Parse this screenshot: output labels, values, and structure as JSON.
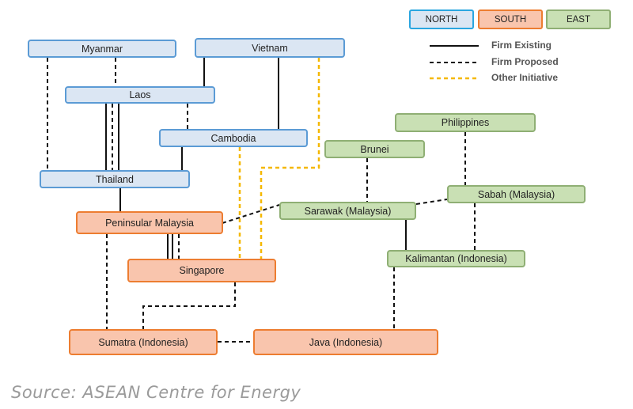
{
  "legend": {
    "regions": [
      {
        "key": "north",
        "label": "NORTH"
      },
      {
        "key": "south",
        "label": "SOUTH"
      },
      {
        "key": "east",
        "label": "EAST"
      }
    ],
    "lines": [
      {
        "key": "firm_existing",
        "label": "Firm Existing",
        "color": "#111111",
        "style": "solid"
      },
      {
        "key": "firm_proposed",
        "label": "Firm Proposed",
        "color": "#111111",
        "style": "dashed"
      },
      {
        "key": "other_initiative",
        "label": "Other Initiative",
        "color": "#f5b800",
        "style": "dashed"
      }
    ]
  },
  "nodes": [
    {
      "id": "myanmar",
      "label": "Myanmar",
      "region": "north"
    },
    {
      "id": "vietnam",
      "label": "Vietnam",
      "region": "north"
    },
    {
      "id": "laos",
      "label": "Laos",
      "region": "north"
    },
    {
      "id": "cambodia",
      "label": "Cambodia",
      "region": "north"
    },
    {
      "id": "thailand",
      "label": "Thailand",
      "region": "north"
    },
    {
      "id": "peninsular_malaysia",
      "label": "Peninsular Malaysia",
      "region": "south"
    },
    {
      "id": "singapore",
      "label": "Singapore",
      "region": "south"
    },
    {
      "id": "sumatra",
      "label": "Sumatra (Indonesia)",
      "region": "south"
    },
    {
      "id": "java",
      "label": "Java (Indonesia)",
      "region": "south"
    },
    {
      "id": "philippines",
      "label": "Philippines",
      "region": "east"
    },
    {
      "id": "brunei",
      "label": "Brunei",
      "region": "east"
    },
    {
      "id": "sabah",
      "label": "Sabah (Malaysia)",
      "region": "east"
    },
    {
      "id": "sarawak",
      "label": "Sarawak (Malaysia)",
      "region": "east"
    },
    {
      "id": "kalimantan",
      "label": "Kalimantan (Indonesia)",
      "region": "east"
    }
  ],
  "colors": {
    "north_fill": "#dbe6f3",
    "north_border": "#5b9bd5",
    "south_fill": "#f9c5ad",
    "south_border": "#ed7d31",
    "east_fill": "#c9e0b4",
    "east_border": "#8faf74",
    "existing": "#111111",
    "proposed": "#111111",
    "other": "#f5b800"
  },
  "source": "Source: ASEAN Centre for Energy"
}
